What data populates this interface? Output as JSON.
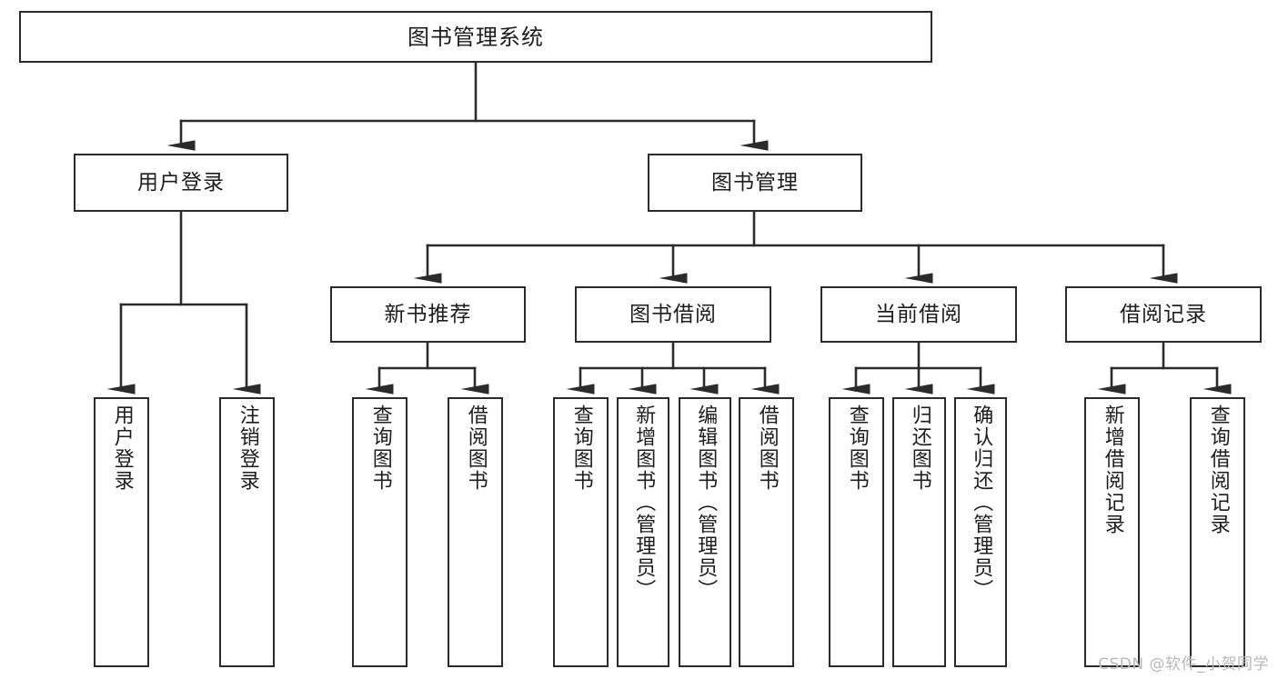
{
  "diagram": {
    "title": "图书管理系统",
    "type": "tree-hierarchy-diagram",
    "watermark": "CSDN @软件_小贺同学",
    "colors": {
      "box_border": "#2b2b2b",
      "box_fill": "#ffffff",
      "line": "#2b2b2b",
      "text": "#1d1d1d",
      "watermark": "#b8b8b8",
      "background": "#ffffff"
    },
    "root": {
      "label": "图书管理系统"
    },
    "level2": [
      {
        "id": "user-login",
        "label": "用户登录"
      },
      {
        "id": "book-manage",
        "label": "图书管理"
      }
    ],
    "level3": [
      {
        "id": "new-book-rec",
        "label": "新书推荐"
      },
      {
        "id": "book-borrow",
        "label": "图书借阅"
      },
      {
        "id": "current-borrow",
        "label": "当前借阅"
      },
      {
        "id": "borrow-record",
        "label": "借阅记录"
      }
    ],
    "leaves": {
      "user_login": [
        {
          "id": "leaf-user-login",
          "label": "用户登录"
        },
        {
          "id": "leaf-logout",
          "label": "注销登录"
        }
      ],
      "new_book_rec": [
        {
          "id": "leaf-query-book-1",
          "label": "查询图书"
        },
        {
          "id": "leaf-borrow-book-1",
          "label": "借阅图书"
        }
      ],
      "book_borrow": [
        {
          "id": "leaf-query-book-2",
          "label": "查询图书"
        },
        {
          "id": "leaf-add-book",
          "label": "新增图书（管理员）"
        },
        {
          "id": "leaf-edit-book",
          "label": "编辑图书（管理员）"
        },
        {
          "id": "leaf-borrow-book-2",
          "label": "借阅图书"
        }
      ],
      "current_borrow": [
        {
          "id": "leaf-query-book-3",
          "label": "查询图书"
        },
        {
          "id": "leaf-return-book",
          "label": "归还图书"
        },
        {
          "id": "leaf-confirm-return",
          "label": "确认归还（管理员）"
        }
      ],
      "borrow_record": [
        {
          "id": "leaf-add-record",
          "label": "新增借阅记录"
        },
        {
          "id": "leaf-query-record",
          "label": "查询借阅记录"
        }
      ]
    }
  }
}
